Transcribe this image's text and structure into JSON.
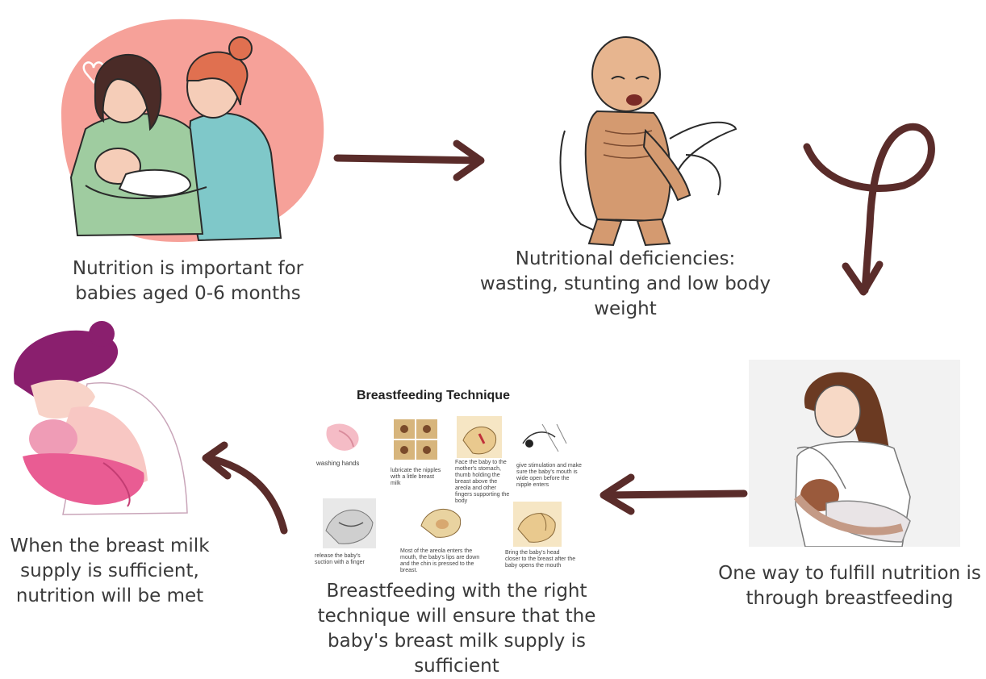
{
  "colors": {
    "arrow": "#5a2c2a",
    "blob": "#f6a199",
    "teal": "#7fc8c9",
    "green": "#9fcca0",
    "skin": "#f5cdb8",
    "hair_magenta": "#8a1f6e",
    "pink": "#e95c93"
  },
  "steps": [
    {
      "id": "nutrition",
      "lines": [
        "Nutrition is important for",
        "babies aged 0-6 months"
      ],
      "icon": "mother-nurse-baby-illustration"
    },
    {
      "id": "deficiencies",
      "lines": [
        "Nutritional deficiencies:",
        "wasting, stunting and low body",
        "weight"
      ],
      "icon": "malnourished-baby-illustration"
    },
    {
      "id": "breastfeeding",
      "lines": [
        "One way to fulfill nutrition is",
        "through breastfeeding"
      ],
      "icon": "breastfeeding-mother-illustration"
    },
    {
      "id": "technique",
      "lines": [
        "Breastfeeding with the right",
        "technique will ensure that the",
        "baby's breast milk supply is",
        "sufficient"
      ],
      "icon": "technique-panel"
    },
    {
      "id": "sufficient",
      "lines": [
        "When the breast milk",
        "supply is sufficient,",
        "nutrition will be met"
      ],
      "icon": "mother-hugging-baby-illustration"
    }
  ],
  "technique_panel": {
    "title": "Breastfeeding Technique",
    "captions": {
      "s1": "washing hands",
      "s2": "lubricate the nipples with a little breast milk",
      "s3": "Face the baby to the mother's stomach, thumb holding the breast above the areola and other fingers supporting the body",
      "s4": "give stimulation and make sure the baby's mouth is wide open before the nipple enters",
      "s5": "release the baby's suction with a finger",
      "s6": "Most of the areola enters the mouth, the baby's lips are down and the chin is pressed to the breast.",
      "s7": "Bring the baby's head closer to the breast after the baby opens the mouth"
    }
  }
}
